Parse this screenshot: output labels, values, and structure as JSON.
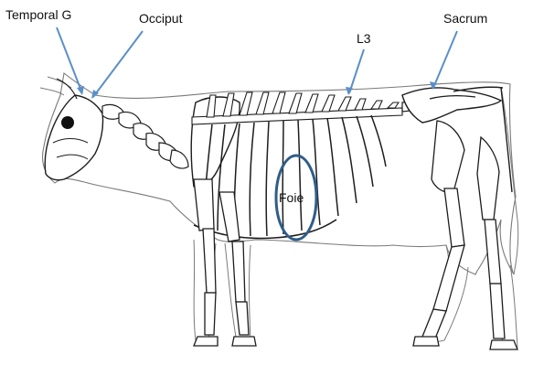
{
  "labels": {
    "temporal": "Temporal G",
    "occiput": "Occiput",
    "l3": "L3",
    "sacrum": "Sacrum",
    "foie": "Foie"
  },
  "colors": {
    "annotation": "#5b8fc9",
    "highlight_ring": "#2f5d8a",
    "outline": "#6a6a6a",
    "bone_fill": "#ffffff",
    "bone_stroke": "#1d1d1d"
  }
}
